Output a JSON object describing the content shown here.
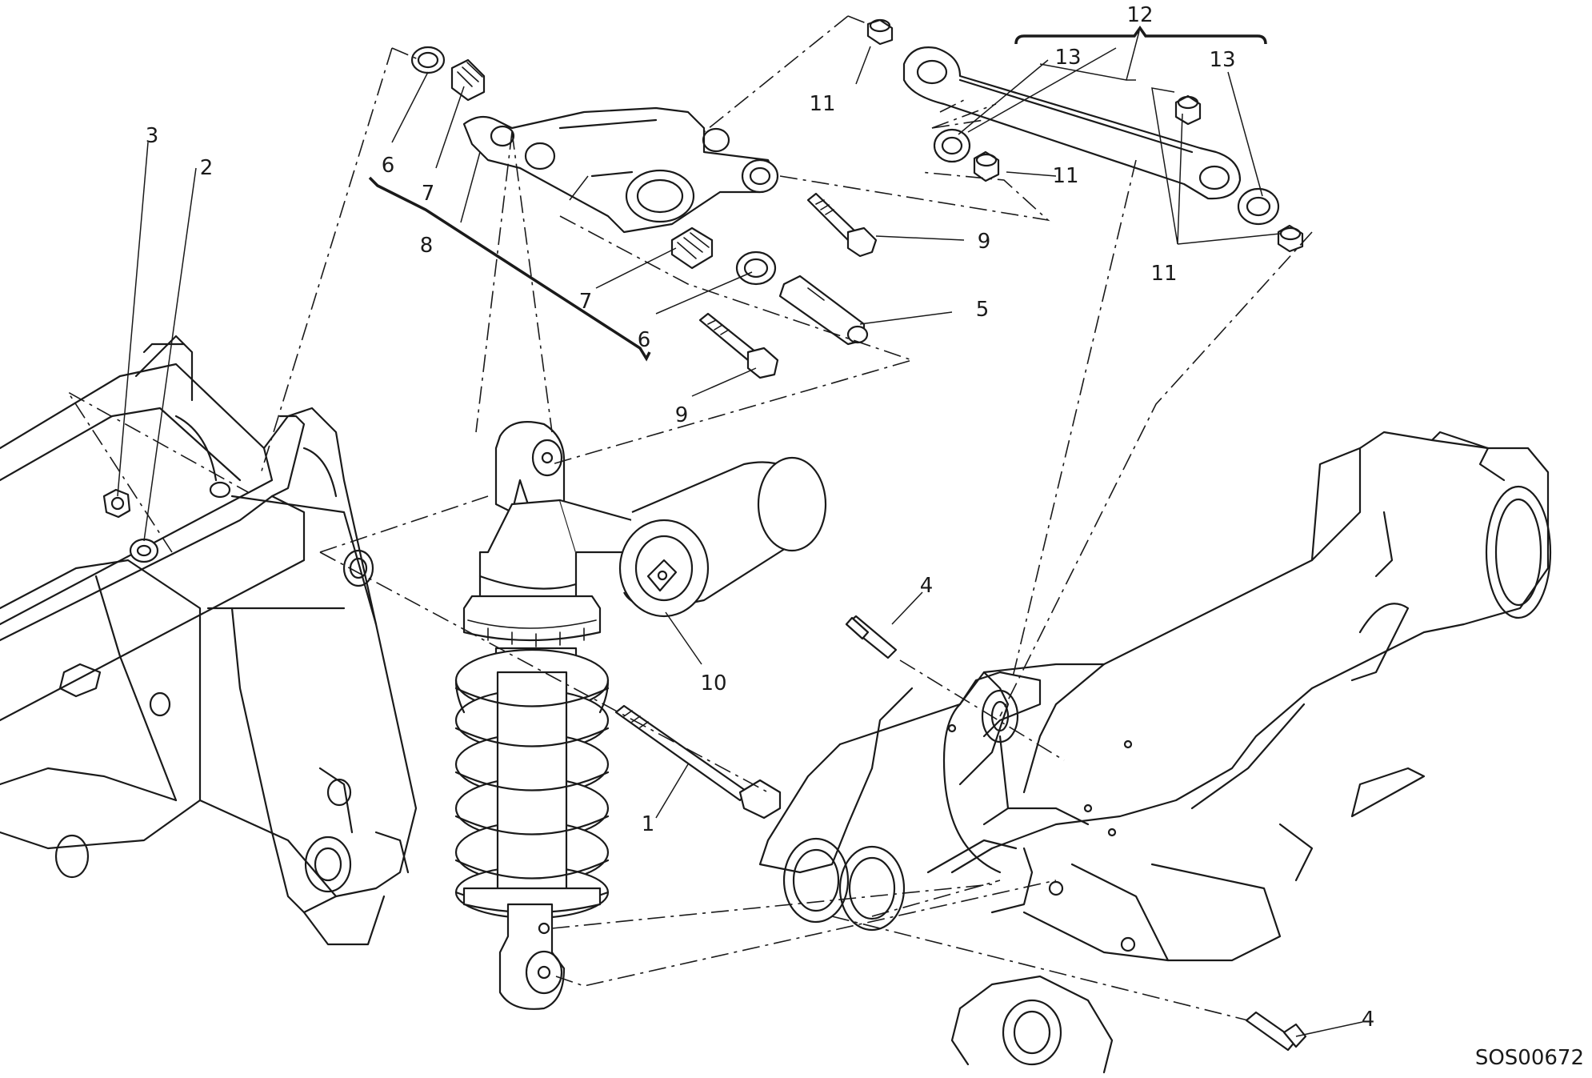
{
  "callouts": [
    {
      "id": "c1",
      "label": "1"
    },
    {
      "id": "c2",
      "label": "2"
    },
    {
      "id": "c3",
      "label": "3"
    },
    {
      "id": "c4a",
      "label": "4"
    },
    {
      "id": "c4b",
      "label": "4"
    },
    {
      "id": "c5",
      "label": "5"
    },
    {
      "id": "c6a",
      "label": "6"
    },
    {
      "id": "c6b",
      "label": "6"
    },
    {
      "id": "c7a",
      "label": "7"
    },
    {
      "id": "c7b",
      "label": "7"
    },
    {
      "id": "c8",
      "label": "8"
    },
    {
      "id": "c9a",
      "label": "9"
    },
    {
      "id": "c9b",
      "label": "9"
    },
    {
      "id": "c10",
      "label": "10"
    },
    {
      "id": "c11a",
      "label": "11"
    },
    {
      "id": "c11b",
      "label": "11"
    },
    {
      "id": "c11c",
      "label": "11"
    },
    {
      "id": "c12",
      "label": "12"
    },
    {
      "id": "c13a",
      "label": "13"
    },
    {
      "id": "c13b",
      "label": "13"
    }
  ],
  "drawing_code": "SOS00672"
}
